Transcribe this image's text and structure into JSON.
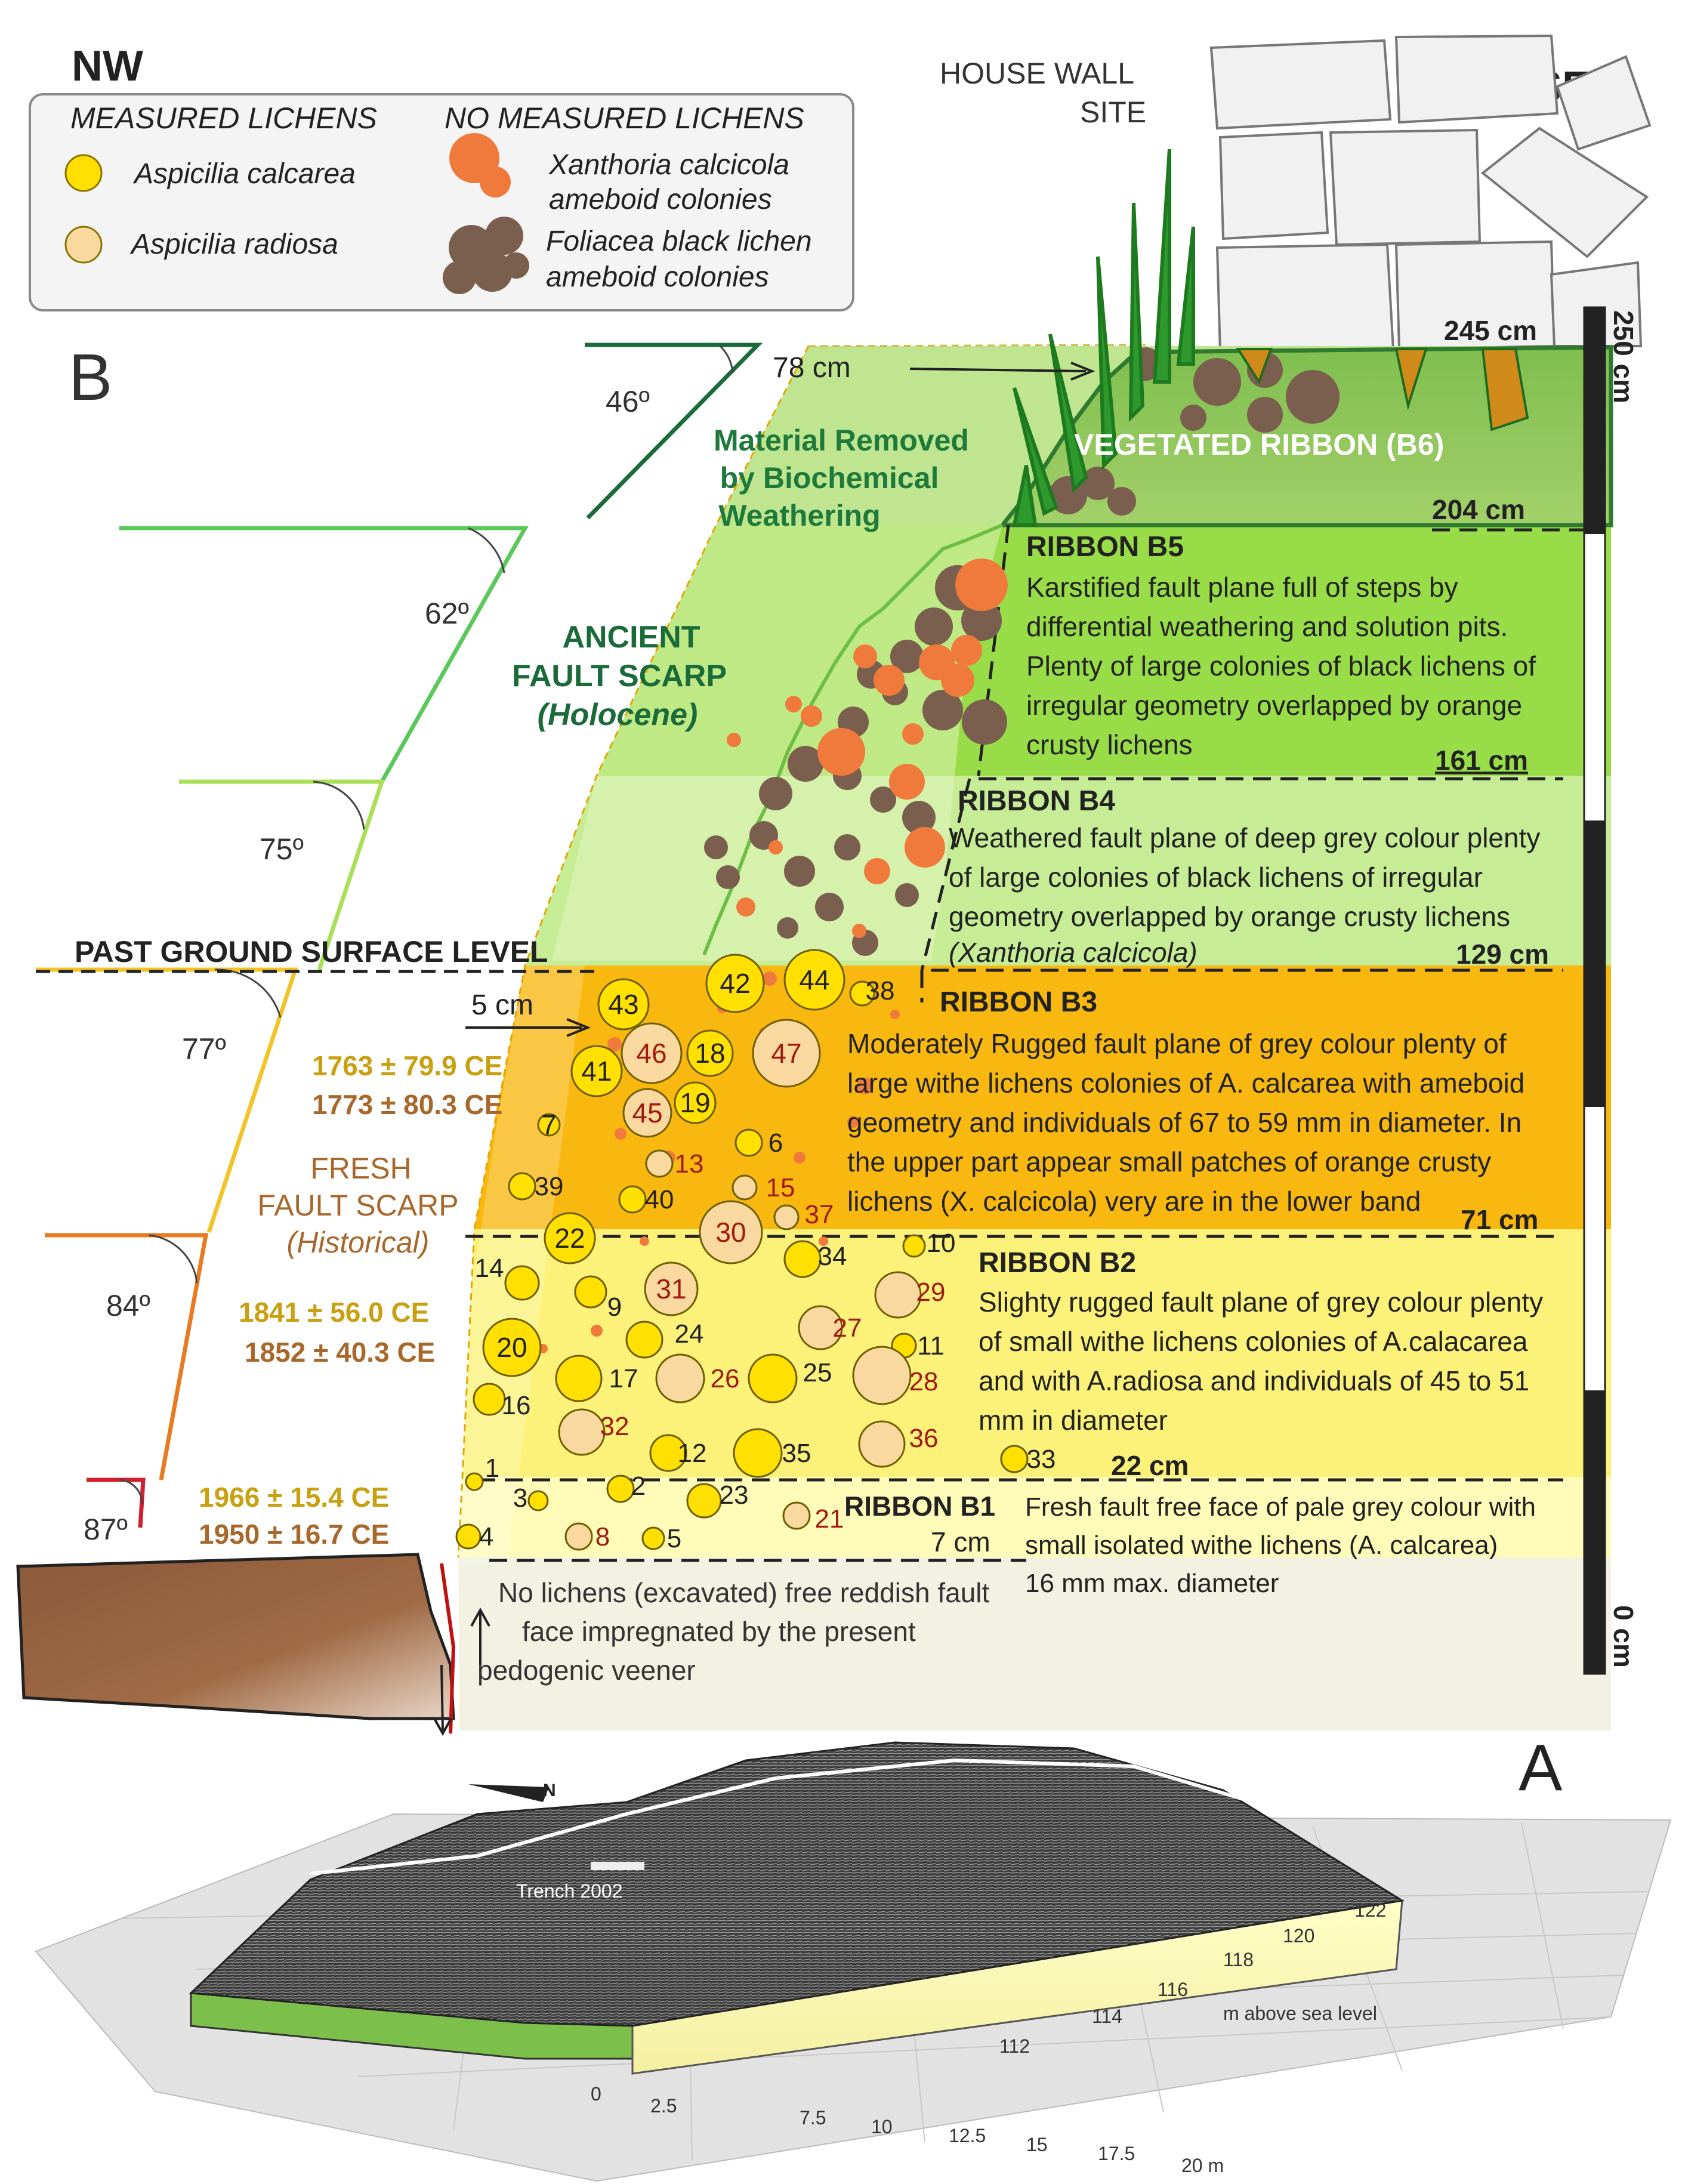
{
  "header": {
    "nw": "NW",
    "se": "SE",
    "house_wall": [
      "HOUSE WALL",
      "SITE"
    ],
    "panel_b": "B",
    "panel_a": "A"
  },
  "legend": {
    "measured_title": "MEASURED LICHENS",
    "unmeasured_title": "NO MEASURED LICHENS",
    "a_calcarea": "Aspicilia calcarea",
    "a_radiosa": "Aspicilia radiosa",
    "xanthoria": [
      "Xanthoria calcicola",
      "ameboid colonies"
    ],
    "foliacea": [
      "Foliacea black lichen",
      "ameboid colonies"
    ],
    "colors": {
      "calcarea": "#FFE000",
      "radiosa": "#FAD9A0",
      "xanthoria": "#F07A3C",
      "foliacea": "#7A5E4E"
    }
  },
  "angles": [
    "46º",
    "62º",
    "75º",
    "77º",
    "84º",
    "87º"
  ],
  "scarp_labels": {
    "material_removed": [
      "Material Removed",
      "by Biochemical",
      "Weathering"
    ],
    "ancient": [
      "ANCIENT",
      "FAULT SCARP",
      "(Holocene)"
    ],
    "fresh": [
      "FRESH",
      "FAULT SCARP",
      "(Historical)"
    ],
    "past_ground": "PAST GROUND SURFACE LEVEL",
    "no_lichens": [
      "No lichens (excavated) free reddish fault",
      "face  impregnated by the present",
      "pedogenic veener"
    ],
    "offset_78": "78 cm",
    "offset_5": "5 cm"
  },
  "dates": [
    {
      "text": "1763 ± 79.9 CE",
      "color": "#C8A010"
    },
    {
      "text": "1773 ± 80.3 CE",
      "color": "#A8682C"
    },
    {
      "text": "1841 ± 56.0 CE",
      "color": "#C8A010"
    },
    {
      "text": "1852 ± 40.3 CE",
      "color": "#A8682C"
    },
    {
      "text": "1966 ± 15.4 CE",
      "color": "#C8A010"
    },
    {
      "text": "1950 ± 16.7 CE",
      "color": "#A8682C"
    }
  ],
  "ribbons": [
    {
      "id": "B6",
      "title": "VEGETATED RIBBON (B6)",
      "top_cm": 245,
      "bottom_cm": 204,
      "top_label": "245 cm",
      "bottom_label": "204 cm",
      "lines": []
    },
    {
      "id": "B5",
      "title": "RIBBON B5",
      "bottom_label": "161 cm",
      "lines": [
        "Karstified fault  plane full of steps by",
        "differential weathering and solution pits.",
        "Plenty of large colonies of black lichens of",
        "irregular geometry overlapped by orange",
        "crusty lichens"
      ]
    },
    {
      "id": "B4",
      "title": "RIBBON B4",
      "bottom_label": "129 cm",
      "lines": [
        "Weathered fault plane of deep grey colour plenty",
        "of large colonies of black lichens of irregular",
        "geometry overlapped by orange crusty lichens",
        "(Xanthoria calcicola)"
      ]
    },
    {
      "id": "B3",
      "title": "RIBBON B3",
      "bottom_label": "71 cm",
      "lines": [
        "Moderately Rugged fault plane of grey colour plenty of",
        "large withe lichens colonies of A. calcarea with ameboid",
        "geometry and individuals of 67 to 59 mm in diameter. In",
        "the upper part appear small patches of orange crusty",
        "lichens  (X. calcicola) very are in the lower band"
      ]
    },
    {
      "id": "B2",
      "title": "RIBBON B2",
      "bottom_label": "22 cm",
      "lines": [
        "Slighty rugged fault plane of grey colour plenty",
        "of small withe lichens colonies of A.calacarea",
        "and with A.radiosa and individuals of 45 to 51",
        "mm in diameter"
      ]
    },
    {
      "id": "B1",
      "title": "RIBBON B1",
      "bottom_label": "7 cm",
      "lines": [
        "Fresh fault free face of pale grey colour with",
        "small isolated withe lichens (A. calcarea)",
        "16 mm max. diameter"
      ]
    }
  ],
  "scale_bar": {
    "top": "250 cm",
    "bottom": "0 cm"
  },
  "lichens": [
    {
      "n": "1",
      "sp": "calcarea"
    },
    {
      "n": "2",
      "sp": "calcarea"
    },
    {
      "n": "3",
      "sp": "calcarea"
    },
    {
      "n": "4",
      "sp": "calcarea"
    },
    {
      "n": "5",
      "sp": "calcarea"
    },
    {
      "n": "6",
      "sp": "calcarea"
    },
    {
      "n": "7",
      "sp": "calcarea"
    },
    {
      "n": "8",
      "sp": "radiosa"
    },
    {
      "n": "9",
      "sp": "calcarea"
    },
    {
      "n": "10",
      "sp": "calcarea"
    },
    {
      "n": "11",
      "sp": "calcarea"
    },
    {
      "n": "12",
      "sp": "calcarea"
    },
    {
      "n": "13",
      "sp": "radiosa"
    },
    {
      "n": "14",
      "sp": "calcarea"
    },
    {
      "n": "15",
      "sp": "radiosa"
    },
    {
      "n": "16",
      "sp": "calcarea"
    },
    {
      "n": "17",
      "sp": "calcarea"
    },
    {
      "n": "18",
      "sp": "calcarea"
    },
    {
      "n": "19",
      "sp": "calcarea"
    },
    {
      "n": "20",
      "sp": "calcarea"
    },
    {
      "n": "21",
      "sp": "radiosa"
    },
    {
      "n": "22",
      "sp": "calcarea"
    },
    {
      "n": "23",
      "sp": "calcarea"
    },
    {
      "n": "24",
      "sp": "calcarea"
    },
    {
      "n": "25",
      "sp": "calcarea"
    },
    {
      "n": "26",
      "sp": "radiosa"
    },
    {
      "n": "27",
      "sp": "radiosa"
    },
    {
      "n": "28",
      "sp": "radiosa"
    },
    {
      "n": "29",
      "sp": "radiosa"
    },
    {
      "n": "30",
      "sp": "radiosa"
    },
    {
      "n": "31",
      "sp": "radiosa"
    },
    {
      "n": "32",
      "sp": "radiosa"
    },
    {
      "n": "33",
      "sp": "calcarea"
    },
    {
      "n": "34",
      "sp": "calcarea"
    },
    {
      "n": "35",
      "sp": "calcarea"
    },
    {
      "n": "36",
      "sp": "radiosa"
    },
    {
      "n": "37",
      "sp": "radiosa"
    },
    {
      "n": "38",
      "sp": "calcarea"
    },
    {
      "n": "39",
      "sp": "calcarea"
    },
    {
      "n": "40",
      "sp": "calcarea"
    },
    {
      "n": "41",
      "sp": "calcarea"
    },
    {
      "n": "42",
      "sp": "calcarea"
    },
    {
      "n": "43",
      "sp": "calcarea"
    },
    {
      "n": "44",
      "sp": "calcarea"
    },
    {
      "n": "45",
      "sp": "radiosa"
    },
    {
      "n": "46",
      "sp": "radiosa"
    },
    {
      "n": "47",
      "sp": "radiosa"
    }
  ],
  "dem": {
    "trench": "Trench 2002",
    "contours": [
      "122",
      "120",
      "118",
      "116",
      "114",
      "112"
    ],
    "unit": "m above sea level",
    "x_ticks": [
      "0",
      "2.5",
      "7.5",
      "10",
      "12.5",
      "15",
      "17.5",
      "20 m"
    ]
  }
}
